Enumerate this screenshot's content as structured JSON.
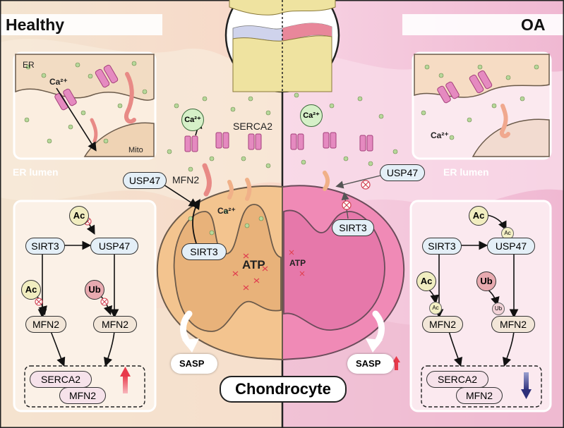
{
  "panels": {
    "healthy_title": "Healthy",
    "oa_title": "OA"
  },
  "center_label": "Chondrocyte",
  "healthy_zoom": {
    "er_label": "ER",
    "ca_label": "Ca²⁺",
    "mito_label": "Mito",
    "er_lumen_label": "ER lumen"
  },
  "oa_zoom": {
    "ca_label": "Ca²⁺",
    "er_lumen_label": "ER lumen"
  },
  "healthy_cell": {
    "ca_bubble": "Ca²⁺",
    "serca2": "SERCA2",
    "usp47": "USP47",
    "mfn2": "MFN2",
    "ca_mito": "Ca²⁺",
    "sirt3": "SIRT3",
    "atp": "ATP",
    "sasp": "SASP"
  },
  "oa_cell": {
    "ca_bubble": "Ca²⁺",
    "usp47": "USP47",
    "sirt3": "SIRT3",
    "atp": "ATP",
    "sasp": "SASP"
  },
  "healthy_pathway": {
    "ac_top": "Ac",
    "sirt3": "SIRT3",
    "usp47": "USP47",
    "ac_left": "Ac",
    "ub": "Ub",
    "mfn2_left": "MFN2",
    "mfn2_right": "MFN2",
    "serca2": "SERCA2",
    "mfn2_out": "MFN2"
  },
  "oa_pathway": {
    "ac_top": "Ac",
    "ac_small_top": "Ac",
    "sirt3": "SIRT3",
    "usp47": "USP47",
    "ac_left": "Ac",
    "ac_small_left": "Ac",
    "ub": "Ub",
    "ub_small": "Ub",
    "mfn2_left": "MFN2",
    "mfn2_right": "MFN2",
    "serca2": "SERCA2",
    "mfn2_out": "MFN2"
  },
  "colors": {
    "healthy_bg": "#f6e7d6",
    "oa_bg": "#f5cfe0",
    "mito_healthy": "#f0c48e",
    "mito_oa": "#ee8ab8",
    "up_arrow": "#e8394a",
    "down_arrow": "#2e2f7a"
  }
}
